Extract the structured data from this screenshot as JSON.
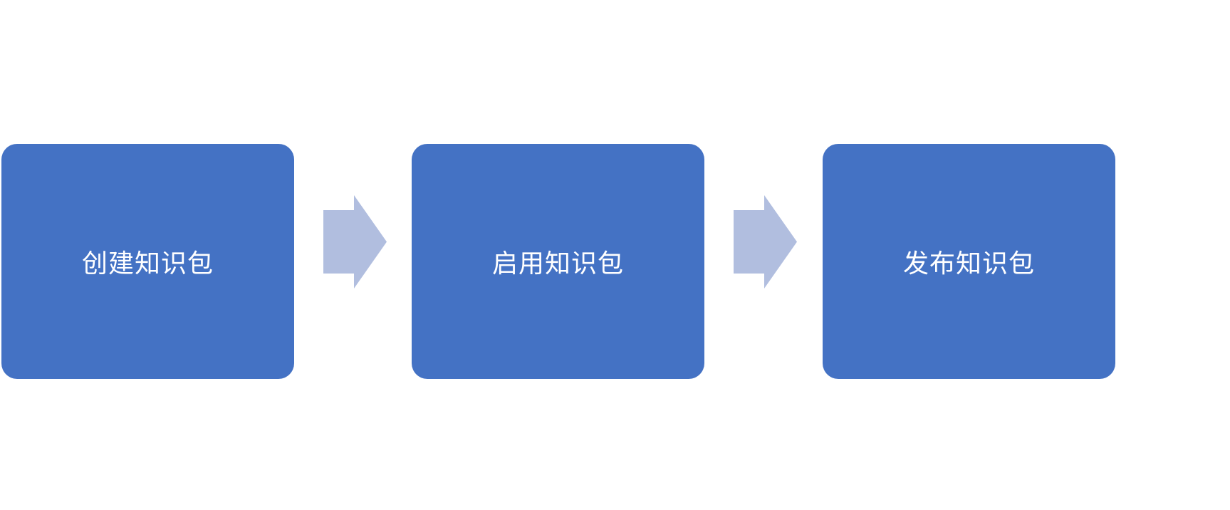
{
  "steps": [
    {
      "label": "创建知识包"
    },
    {
      "label": "启用知识包"
    },
    {
      "label": "发布知识包"
    }
  ],
  "colors": {
    "box": "#4472C4",
    "arrow": "#B1BEDF",
    "text": "#FFFFFF"
  }
}
